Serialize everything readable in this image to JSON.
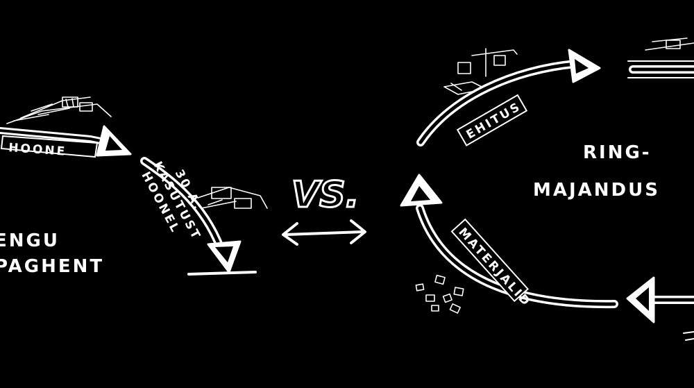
{
  "left": {
    "arrow_label": "HOONE",
    "vertical_label_1": "30 A.",
    "vertical_label_2": "KASUTUST",
    "vertical_label_3": "HOONEL",
    "title_line1": "ENGU",
    "title_line2": "PAGHENT"
  },
  "center": {
    "vs": "VS."
  },
  "right": {
    "top_arrow_label": "EHITUS",
    "bottom_arrow_label": "MATERJALID",
    "title_line1": "RING-",
    "title_line2": "MAJANDUS"
  },
  "colors": {
    "background": "#000000",
    "ink": "#ffffff"
  }
}
